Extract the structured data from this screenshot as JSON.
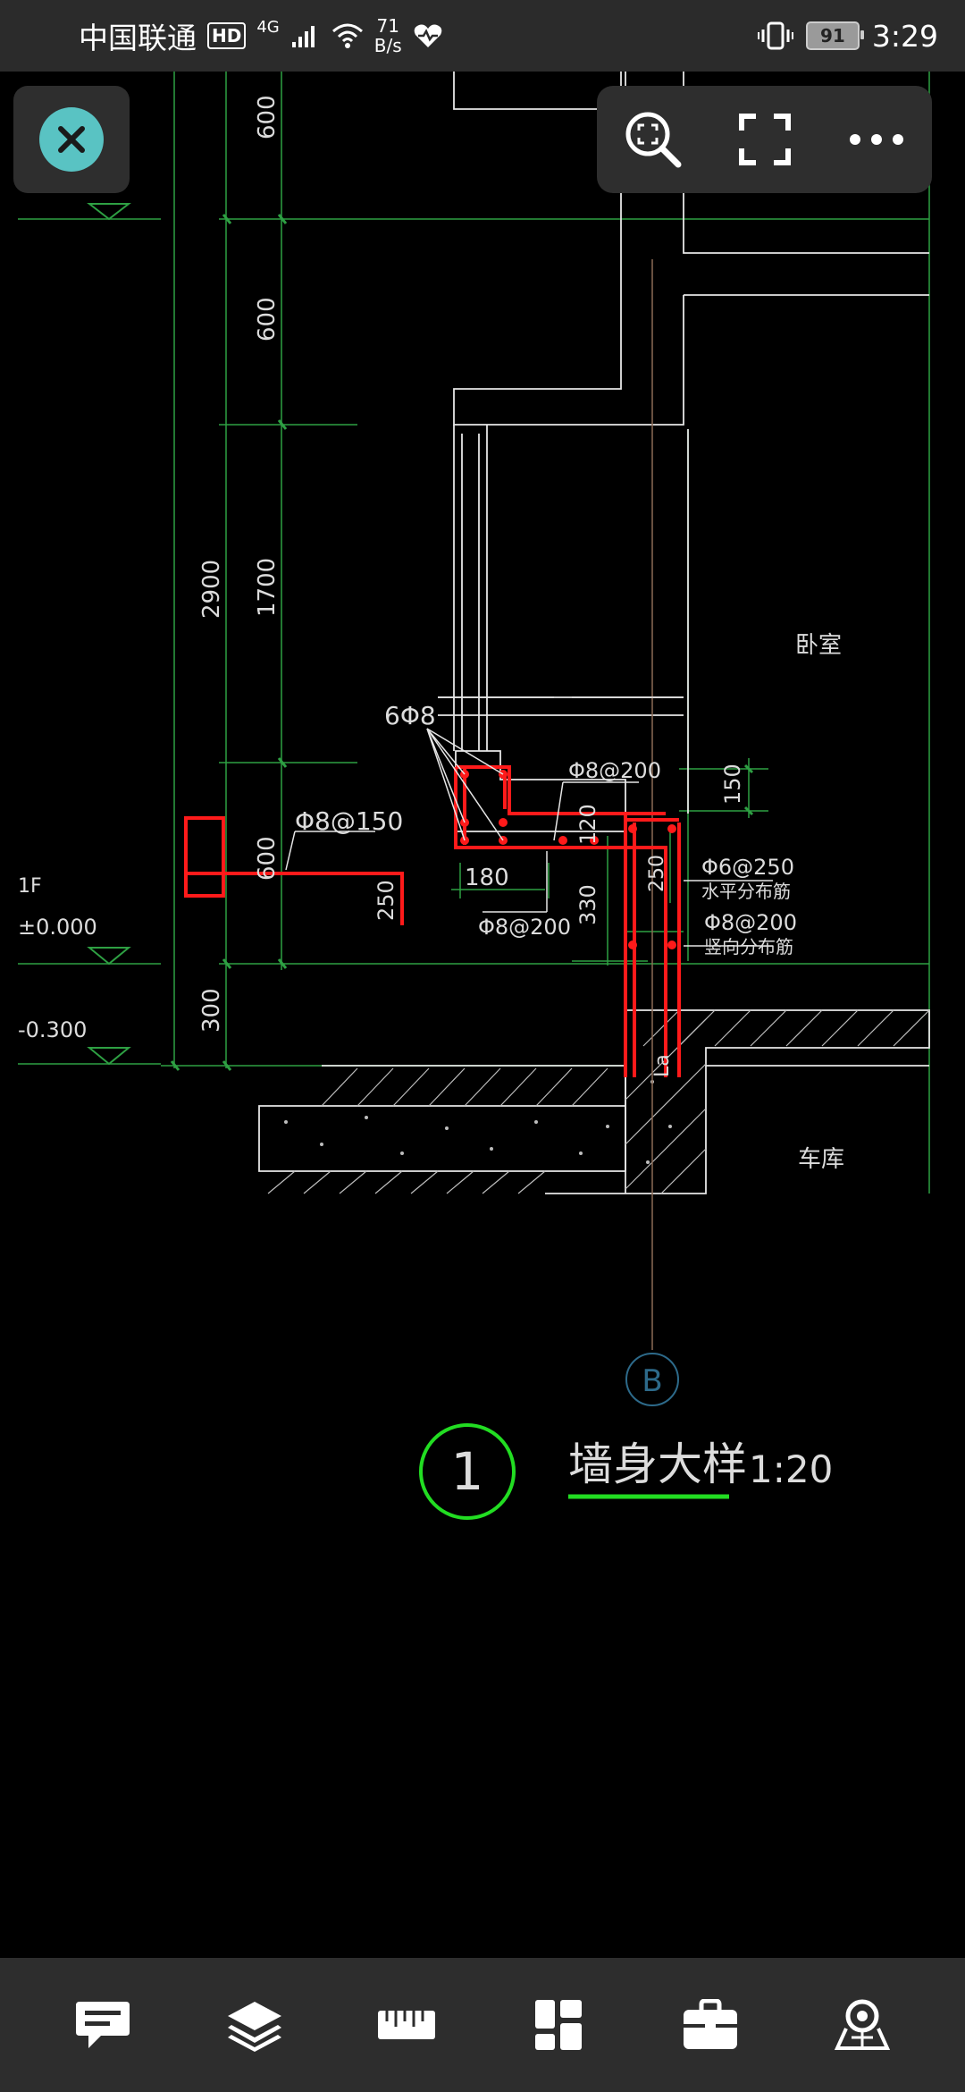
{
  "status_bar": {
    "carrier": "中国联通",
    "hd": "HD",
    "network": "4G",
    "speed_value": "71",
    "speed_unit": "B/s",
    "battery": "91",
    "time": "3:29"
  },
  "drawing": {
    "dims_left_outer": [
      "2900",
      "300"
    ],
    "dims_left_inner": [
      "600",
      "600",
      "1700",
      "600"
    ],
    "level_1f": "1F",
    "level_zero": "±0.000",
    "level_minus": "-0.300",
    "rebar_6phi8": "6Φ8",
    "rebar_phi8_150": "Φ8@150",
    "dim_250_left": "250",
    "rebar_phi8_200_top": "Φ8@200",
    "dim_180": "180",
    "dim_120": "120",
    "rebar_phi8_200_bottom": "Φ8@200",
    "dim_330": "330",
    "dim_150": "150",
    "dim_250_mid": "250",
    "rebar_phi6_250": "Φ6@250",
    "note_horizontal": "水平分布筋",
    "rebar_phi8_200_right": "Φ8@200",
    "note_vertical": "竖向分布筋",
    "la_label": "La",
    "room_bedroom": "卧室",
    "room_garage": "车库",
    "axis_label": "B",
    "detail_number": "1",
    "detail_title": "墙身大样",
    "detail_scale": "1:20"
  },
  "colors": {
    "accent_close": "#59c3c3",
    "rebar_red": "#ff1a1a",
    "dim_green": "#2ea043",
    "wall_white": "#e6e6e6",
    "title_green": "#22dd22"
  },
  "icons": {
    "close": "close-icon",
    "zoom_fit": "zoom-fit-icon",
    "fullscreen": "fullscreen-icon",
    "more": "more-icon",
    "comment": "comment-icon",
    "layers": "layers-icon",
    "measure": "ruler-icon",
    "layout": "layout-icon",
    "toolbox": "toolbox-icon",
    "view3d": "view-3d-icon"
  }
}
